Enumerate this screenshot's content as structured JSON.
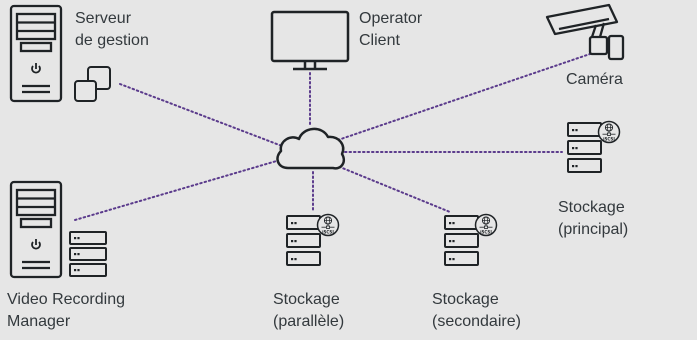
{
  "nodes": {
    "management_server": {
      "line1": "Serveur",
      "line2": "de gestion"
    },
    "operator_client": {
      "line1": "Operator",
      "line2": "Client"
    },
    "camera": {
      "line1": "Caméra"
    },
    "primary_storage": {
      "line1": "Stockage",
      "line2": "(principal)"
    },
    "vrm": {
      "line1": "Video Recording",
      "line2": "Manager"
    },
    "parallel_storage": {
      "line1": "Stockage",
      "line2": "(parallèle)"
    },
    "secondary_storage": {
      "line1": "Stockage",
      "line2": "(secondaire)"
    }
  },
  "iscsi_label": "iSCSI",
  "colors": {
    "background": "#e6e6e6",
    "line": "#1f2326",
    "connection": "#5b3b8c",
    "text": "#33393d"
  }
}
